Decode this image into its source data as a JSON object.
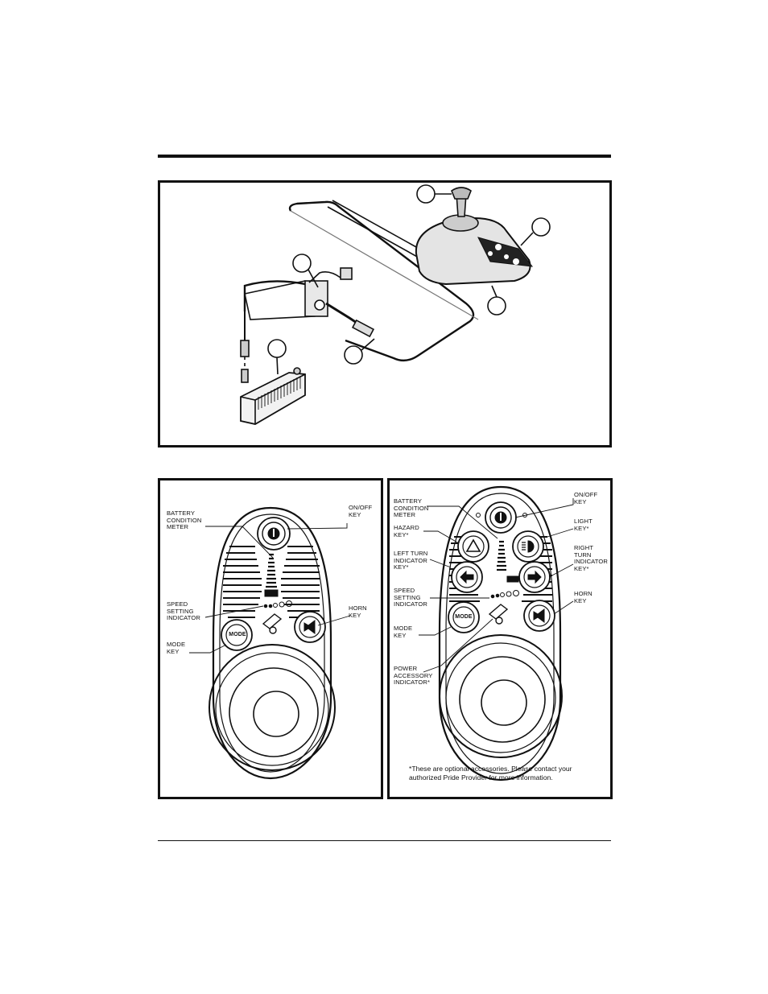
{
  "figure_left": {
    "battery_condition_meter": "BATTERY\nCONDITION\nMETER",
    "on_off_key": "ON/OFF\nKEY",
    "speed_setting_indicator": "SPEED\nSETTING\nINDICATOR",
    "horn_key": "HORN\nKEY",
    "mode_key": "MODE\nKEY",
    "mode_button_text": "MODE"
  },
  "figure_right": {
    "battery_condition_meter": "BATTERY\nCONDITION\nMETER",
    "on_off_key": "ON/OFF\nKEY",
    "hazard_key": "HAZARD\nKEY*",
    "light_key": "LIGHT\nKEY*",
    "left_turn_key": "LEFT TURN\nINDICATOR\nKEY*",
    "right_turn_key": "RIGHT\nTURN\nINDICATOR\nKEY*",
    "speed_setting_indicator": "SPEED\nSETTING\nINDICATOR",
    "horn_key": "HORN\nKEY",
    "mode_key": "MODE\nKEY",
    "power_accessory_indicator": "POWER\nACCESSORY\nINDICATOR*",
    "mode_button_text": "MODE",
    "note_line1": "*These are optional accessories. Please contact your",
    "note_line2": "authorized Pride Provider for more information."
  }
}
